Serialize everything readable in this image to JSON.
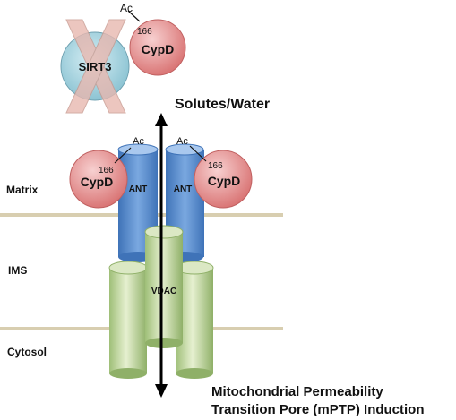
{
  "colors": {
    "background": "#ffffff",
    "membrane": "#d8ceb0",
    "sirt3_fill": "#a9d6e0",
    "sirt3_cross": "#e8b8b0",
    "cypd_fill": "#ea9a9a",
    "ant_fill": "#5b8fd0",
    "vdac_fill": "#c6dba4",
    "arrow": "#000000"
  },
  "labels": {
    "sirt3": "SIRT3",
    "cypd": "CypD",
    "ant": "ANT",
    "vdac": "VDAC",
    "acetyl": "Ac",
    "residue": "166",
    "solutes": "Solutes/Water",
    "matrix": "Matrix",
    "ims": "IMS",
    "cytosol": "Cytosol",
    "caption_line1": "Mitochondrial Permeability",
    "caption_line2": "Transition Pore (mPTP) Induction"
  },
  "icons": {
    "inhibition": "cross-mark-icon",
    "transport": "double-arrow-icon"
  }
}
